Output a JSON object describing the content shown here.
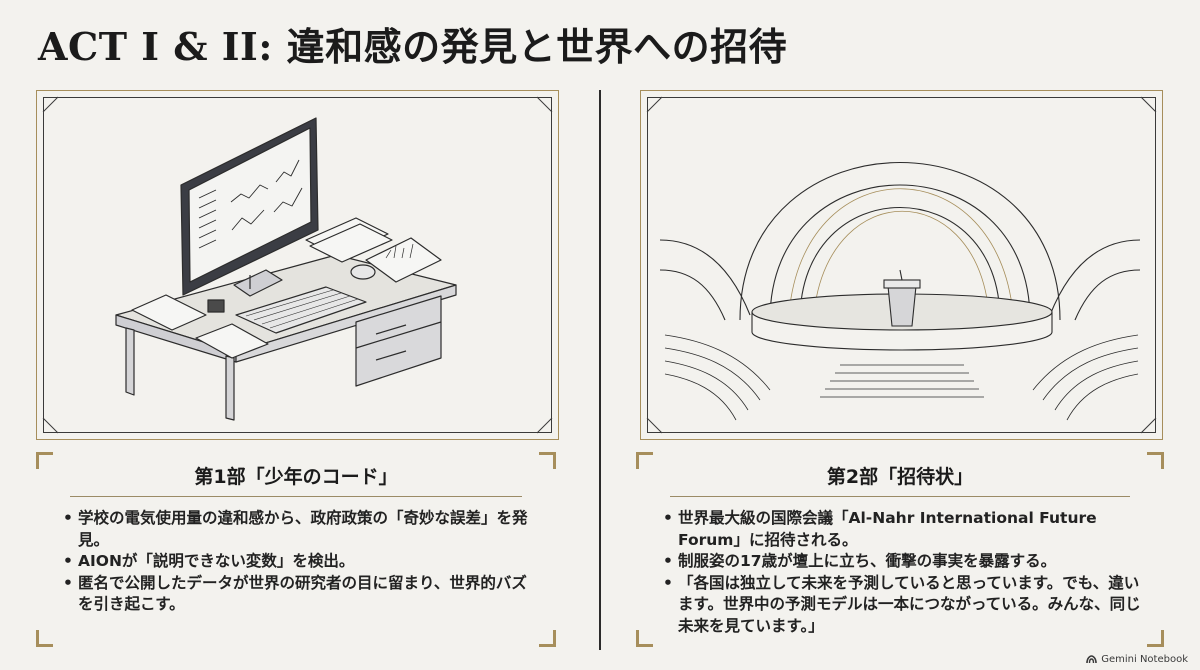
{
  "slide": {
    "title": "ACT I & II: 違和感の発見と世界への招待"
  },
  "panels": [
    {
      "heading": "第1部「少年のコード」",
      "bullets": [
        "学校の電気使用量の違和感から、政府政策の「奇妙な誤差」を発見。",
        "AIONが「説明できない変数」を検出。",
        "匿名で公開したデータが世界の研究者の目に留まり、世界的バズを引き起こす。"
      ]
    },
    {
      "heading": "第2部「招待状」",
      "bullets": [
        "世界最大級の国際会議「Al-Nahr International Future Forum」に招待される。",
        "制服姿の17歳が壇上に立ち、衝撃の事実を暴露する。",
        "「各国は独立して未来を予測していると思っています。でも、違います。世界中の予測モデルは一本につながっている。みんな、同じ未来を見ています。」"
      ]
    }
  ],
  "brand": {
    "label": "Gemini Notebook",
    "icon": "gemini-logo-icon"
  },
  "colors": {
    "background": "#f3f2ee",
    "accent_gold": "#a68e5b",
    "text": "#1e1e1e"
  }
}
